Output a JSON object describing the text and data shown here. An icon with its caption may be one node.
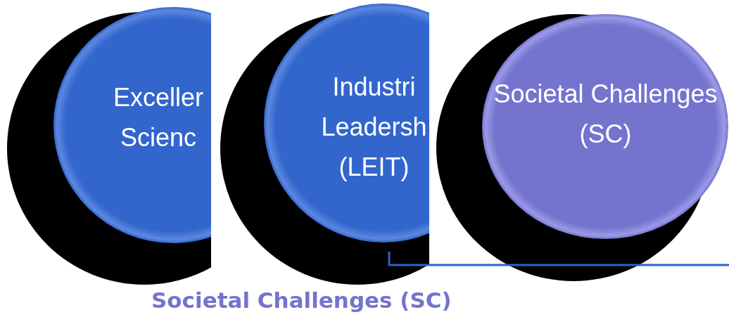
{
  "diagram": {
    "nodes": [
      {
        "text": [
          "Exceller Scienc"
        ]
      },
      {
        "text": [
          "Industri Leadersh (LEIT)"
        ]
      },
      {
        "text": [
          "Societal Challenges (SC)"
        ]
      }
    ],
    "labels": [
      "Societal Challenges (SC)"
    ]
  }
}
